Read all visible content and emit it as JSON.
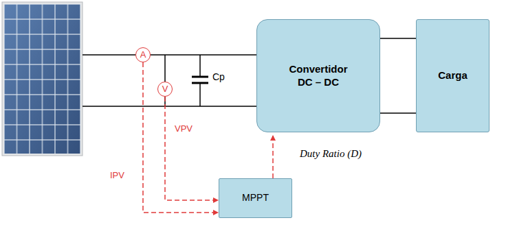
{
  "diagram": {
    "nodes": [
      {
        "text": [
          "A"
        ]
      },
      {
        "text": [
          "V"
        ]
      },
      {
        "text": [
          "Convertidor DC – DC"
        ]
      },
      {
        "text": [
          "Carga"
        ]
      },
      {
        "text": [
          "MPPT"
        ]
      }
    ],
    "edges": [
      {
        "from": 0,
        "to": 2,
        "arrow": "none"
      },
      {
        "from": 2,
        "to": 3,
        "arrow": "none"
      },
      {
        "from": 2,
        "to": 3,
        "arrow": "none"
      },
      {
        "from": 0,
        "to": 4,
        "arrow": "to",
        "label": "IPV"
      },
      {
        "from": 1,
        "to": 4,
        "arrow": "to",
        "label": "VPV"
      },
      {
        "from": 4,
        "to": 2,
        "arrow": "to",
        "label": "Duty Ratio (D)"
      }
    ],
    "labels": [
      "Cp"
    ]
  }
}
